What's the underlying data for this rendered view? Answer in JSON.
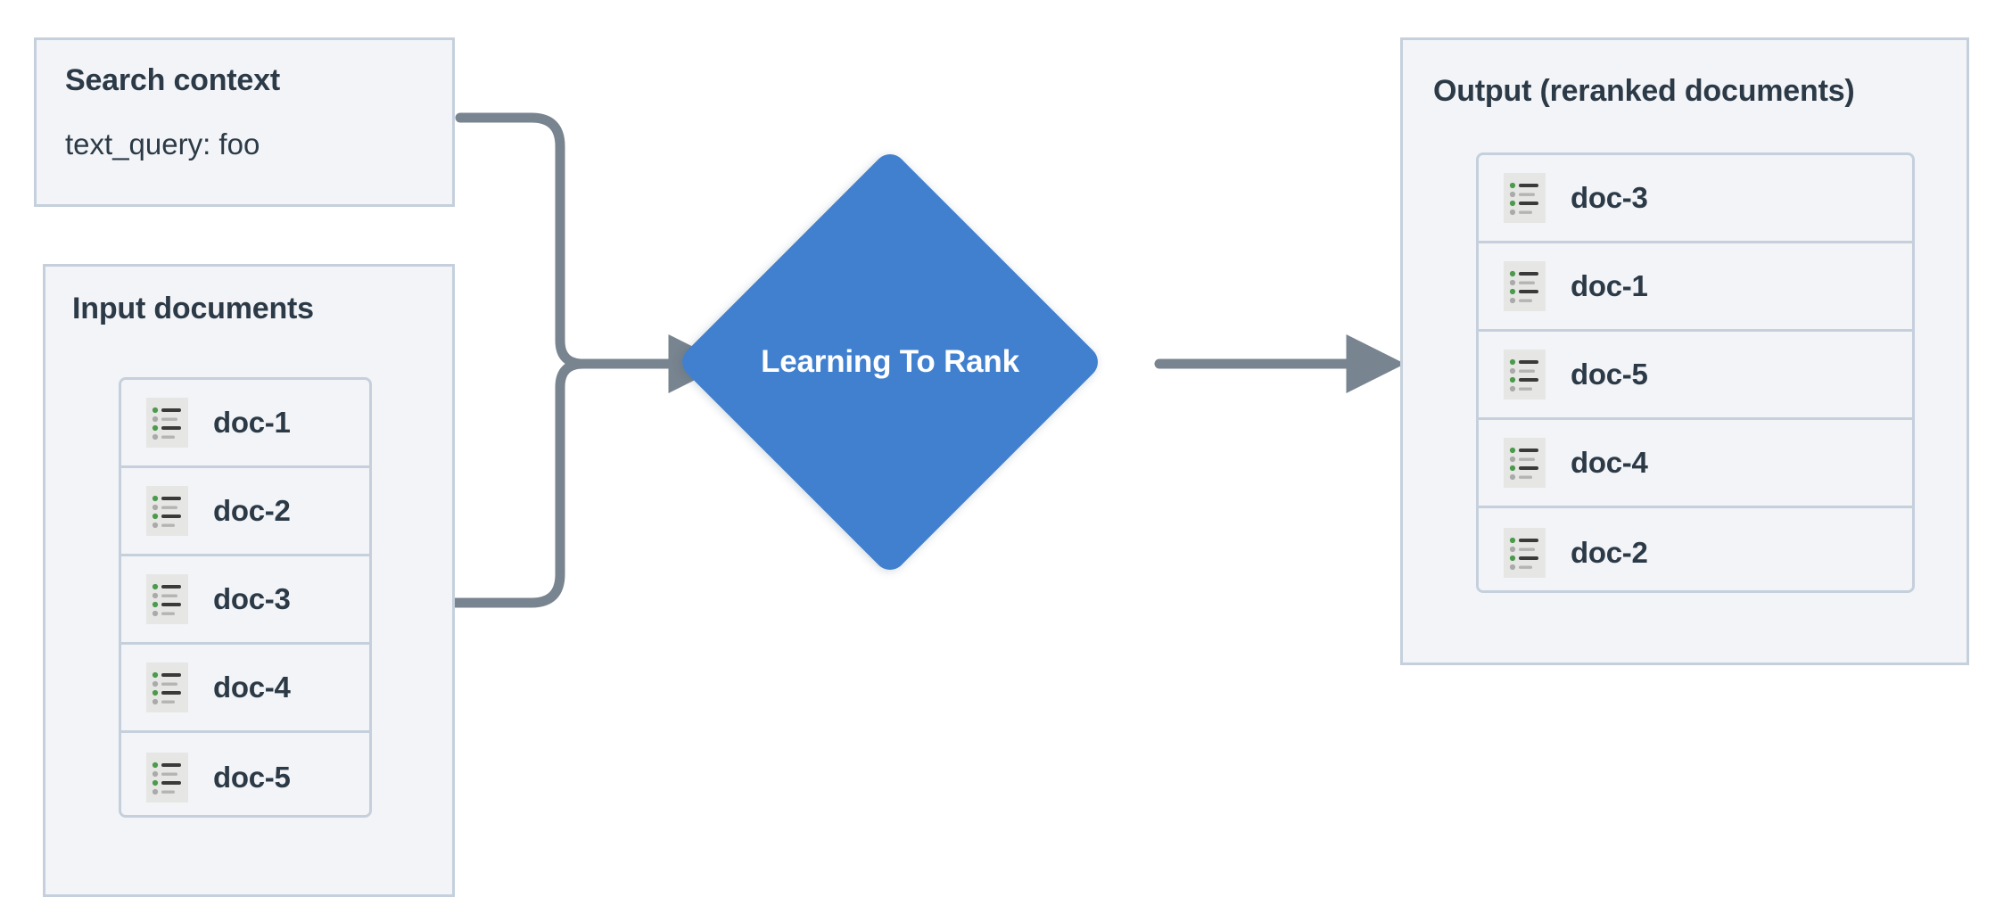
{
  "diagram": {
    "title": "Learning To Rank reranking flow",
    "background": "#ffffff",
    "colors": {
      "panel_fill": "#f2f4f7",
      "panel_border": "#c5d0dc",
      "text": "#2c3a47",
      "accent": "#4180ce",
      "connector": "#78848f",
      "icon_bg": "#e6e6e4",
      "icon_green": "#4c9a4c",
      "icon_dark": "#3a3a3a",
      "icon_gray": "#aaaaaa"
    }
  },
  "search_context": {
    "title": "Search context",
    "field": "text_query: foo"
  },
  "input_documents": {
    "title": "Input documents",
    "docs": [
      {
        "label": "doc-1",
        "icon": "document-list-icon"
      },
      {
        "label": "doc-2",
        "icon": "document-list-icon"
      },
      {
        "label": "doc-3",
        "icon": "document-list-icon"
      },
      {
        "label": "doc-4",
        "icon": "document-list-icon"
      },
      {
        "label": "doc-5",
        "icon": "document-list-icon"
      }
    ]
  },
  "process": {
    "label": "Learning To Rank",
    "shape": "diamond"
  },
  "output": {
    "title": "Output (reranked documents)",
    "docs": [
      {
        "label": "doc-3",
        "icon": "document-list-icon"
      },
      {
        "label": "doc-1",
        "icon": "document-list-icon"
      },
      {
        "label": "doc-5",
        "icon": "document-list-icon"
      },
      {
        "label": "doc-4",
        "icon": "document-list-icon"
      },
      {
        "label": "doc-2",
        "icon": "document-list-icon"
      }
    ]
  },
  "connectors": [
    {
      "name": "search-context-to-ltr",
      "from": "search_context",
      "to": "process",
      "arrowhead": true
    },
    {
      "name": "input-documents-to-ltr",
      "from": "input_documents",
      "to": "process",
      "arrowhead": true
    },
    {
      "name": "ltr-to-output",
      "from": "process",
      "to": "output",
      "arrowhead": true
    }
  ]
}
